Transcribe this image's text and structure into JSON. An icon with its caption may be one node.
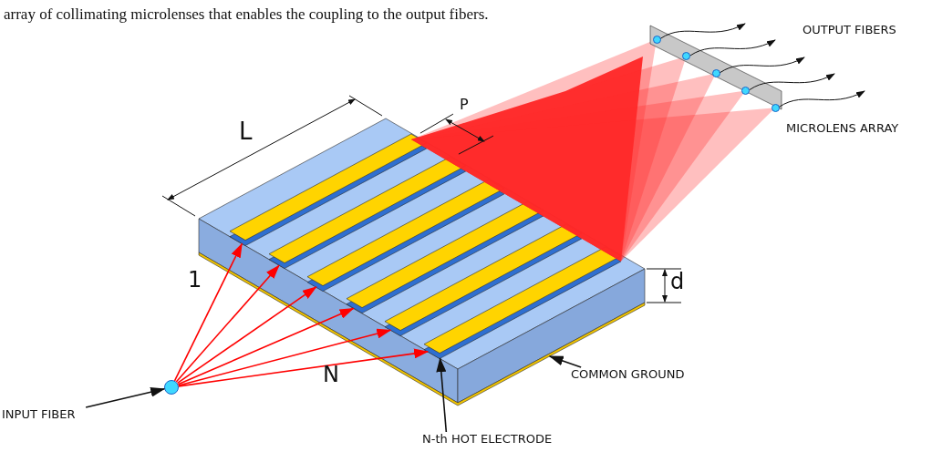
{
  "diagram": {
    "caption": "array of collimating microlenses that enables the coupling to the output fibers.",
    "nodes": [
      {
        "text": [
          "INPUT FIBER"
        ]
      },
      {
        "text": [],
        "shape": "circle"
      },
      {
        "text": [],
        "shape": "box"
      },
      {
        "text": [],
        "shape": "bar",
        "in": 2
      },
      {
        "text": [],
        "shape": "bar",
        "in": 2
      },
      {
        "text": [],
        "shape": "bar",
        "in": 2
      },
      {
        "text": [],
        "shape": "bar",
        "in": 2
      },
      {
        "text": [],
        "shape": "bar",
        "in": 2
      },
      {
        "text": [],
        "shape": "bar",
        "in": 2
      },
      {
        "text": [],
        "shape": "bar"
      },
      {
        "text": [
          "N-th HOT ELECTRODE"
        ]
      },
      {
        "text": [
          "COMMON GROUND"
        ]
      },
      {
        "text": [],
        "shape": "bar",
        "beside": [
          "MICROLENS ARRAY"
        ]
      },
      {
        "text": [],
        "shape": "circle",
        "in": 12
      },
      {
        "text": [],
        "shape": "circle",
        "in": 12
      },
      {
        "text": [],
        "shape": "circle",
        "in": 12
      },
      {
        "text": [],
        "shape": "circle",
        "in": 12
      },
      {
        "text": [],
        "shape": "circle",
        "in": 12
      }
    ],
    "edges": [
      {
        "from": 0,
        "to": 1,
        "arrow": "to"
      },
      {
        "from": 1,
        "to": 3,
        "arrow": "to",
        "color": "#ff0000"
      },
      {
        "from": 1,
        "to": 4,
        "arrow": "to",
        "color": "#ff0000"
      },
      {
        "from": 1,
        "to": 5,
        "arrow": "to",
        "color": "#ff0000"
      },
      {
        "from": 1,
        "to": 6,
        "arrow": "to",
        "color": "#ff0000"
      },
      {
        "from": 1,
        "to": 7,
        "arrow": "to",
        "color": "#ff0000"
      },
      {
        "from": 1,
        "to": 8,
        "arrow": "to",
        "color": "#ff0000"
      },
      {
        "from": 10,
        "to": 8,
        "arrow": "to"
      },
      {
        "from": 11,
        "to": 9,
        "arrow": "to"
      },
      {
        "from": 13,
        "to": null,
        "arrow": "to"
      },
      {
        "from": 14,
        "to": null,
        "arrow": "to"
      },
      {
        "from": 15,
        "to": null,
        "arrow": "to"
      },
      {
        "from": 16,
        "to": null,
        "arrow": "to"
      },
      {
        "from": 17,
        "to": null,
        "arrow": "to"
      }
    ],
    "labels": [
      "L",
      "P",
      "OUTPUT FIBERS",
      "1",
      "d",
      "N"
    ]
  }
}
